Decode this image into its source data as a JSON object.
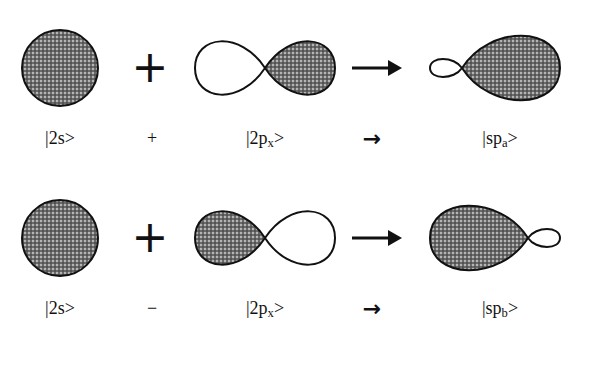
{
  "diagram": {
    "labels": [
      "+",
      "|2s>",
      "+",
      "|2px>",
      "→",
      "|spa>",
      "+",
      "|2s>",
      "−",
      "|2px>",
      "→",
      "|spb>"
    ]
  }
}
